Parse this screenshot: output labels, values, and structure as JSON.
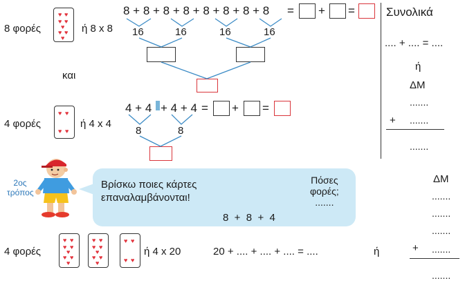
{
  "left": {
    "row1_times": "8 φορές",
    "row1_mult": "ή 8 x 8",
    "and": "και",
    "row2_times": "4 φορές",
    "row2_mult": "ή 4 x 4",
    "way2_a": "2ος",
    "way2_b": "τρόπος",
    "row3_times": "4 φορές",
    "row3_mult": "ή 4 x 20"
  },
  "eq1": {
    "terms": "8 + 8 + 8 + 8 + 8 + 8 + 8 + 8",
    "eq": "=",
    "plus": "+",
    "eq2": "=",
    "pairs": [
      "16",
      "16",
      "16",
      "16"
    ]
  },
  "eq2": {
    "terms_a": "4 + 4",
    "terms_b": "+ 4 + 4",
    "eq": "=",
    "plus": "+",
    "eq2": "=",
    "pairs": [
      "8",
      "8"
    ]
  },
  "summary": {
    "title": "Συνολικά",
    "line1": ".... + .... = ....",
    "or": "ή",
    "dm": "ΔΜ",
    "dots1": ".......",
    "plus": "+",
    "dots2": ".......",
    "dots3": "......."
  },
  "bubble": {
    "text1": "Βρίσκω ποιες κάρτες",
    "text2": "επαναλαμβάνονται!",
    "question1": "Πόσες",
    "question2": "φορές;",
    "dots": ".......",
    "sum": "8  +  8  +  4"
  },
  "right_bottom": {
    "dm": "ΔΜ",
    "dots": [
      ".......",
      ".......",
      ".......",
      "......."
    ],
    "plus": "+",
    "dots_after": "......."
  },
  "row3": {
    "expr": "20 + .... + .... + .... = ....",
    "or": "ή"
  }
}
